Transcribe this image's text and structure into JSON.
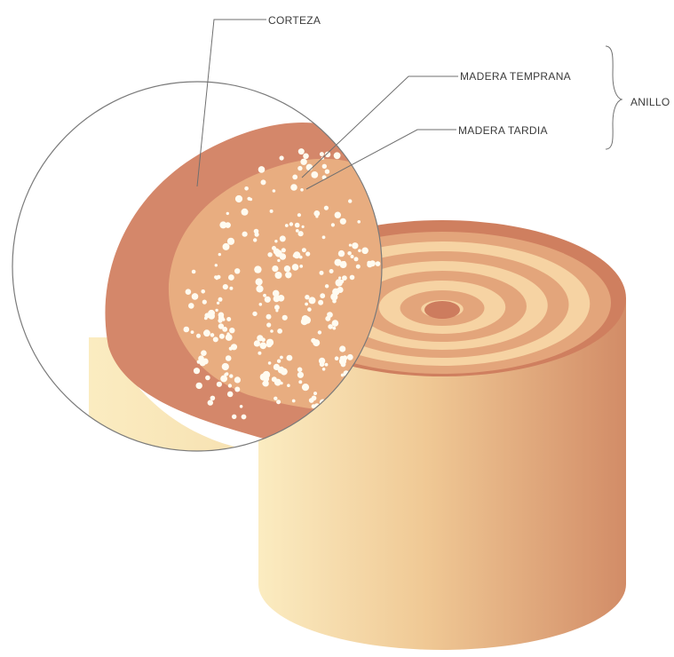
{
  "labels": {
    "corteza": "CORTEZA",
    "madera_temprana": "MADERA TEMPRANA",
    "madera_tardia": "MADERA TARDIA",
    "anillo": "ANILLO"
  },
  "colors": {
    "bark": "#d4876a",
    "bark_dark": "#c77755",
    "side_light": "#fbecc1",
    "side_dark": "#d28c67",
    "pith": "#c97257",
    "rings": "#f6d3a3",
    "pores": "#fffbf0",
    "magnifier_outline": "#7a7a7a"
  }
}
